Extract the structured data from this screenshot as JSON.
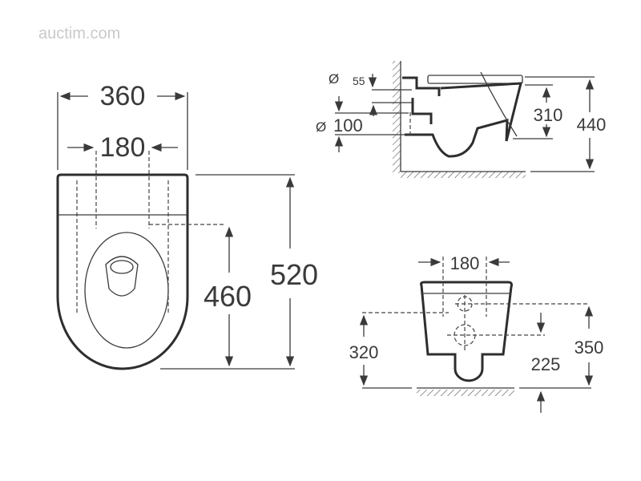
{
  "watermark": "auctim.com",
  "top_view": {
    "width_overall": "360",
    "fixing_spacing": "180",
    "length_overall": "520",
    "length_to_fixing": "460"
  },
  "side_view": {
    "diameter_symbol_1": "Ø",
    "inlet_height": "55",
    "diameter_symbol_2": "Ø",
    "outlet_diameter": "100",
    "outlet_height": "310",
    "total_height": "440"
  },
  "rear_view": {
    "fixing_spacing": "180",
    "fixing_height": "320",
    "inlet_height": "350",
    "outlet_height": "225"
  }
}
